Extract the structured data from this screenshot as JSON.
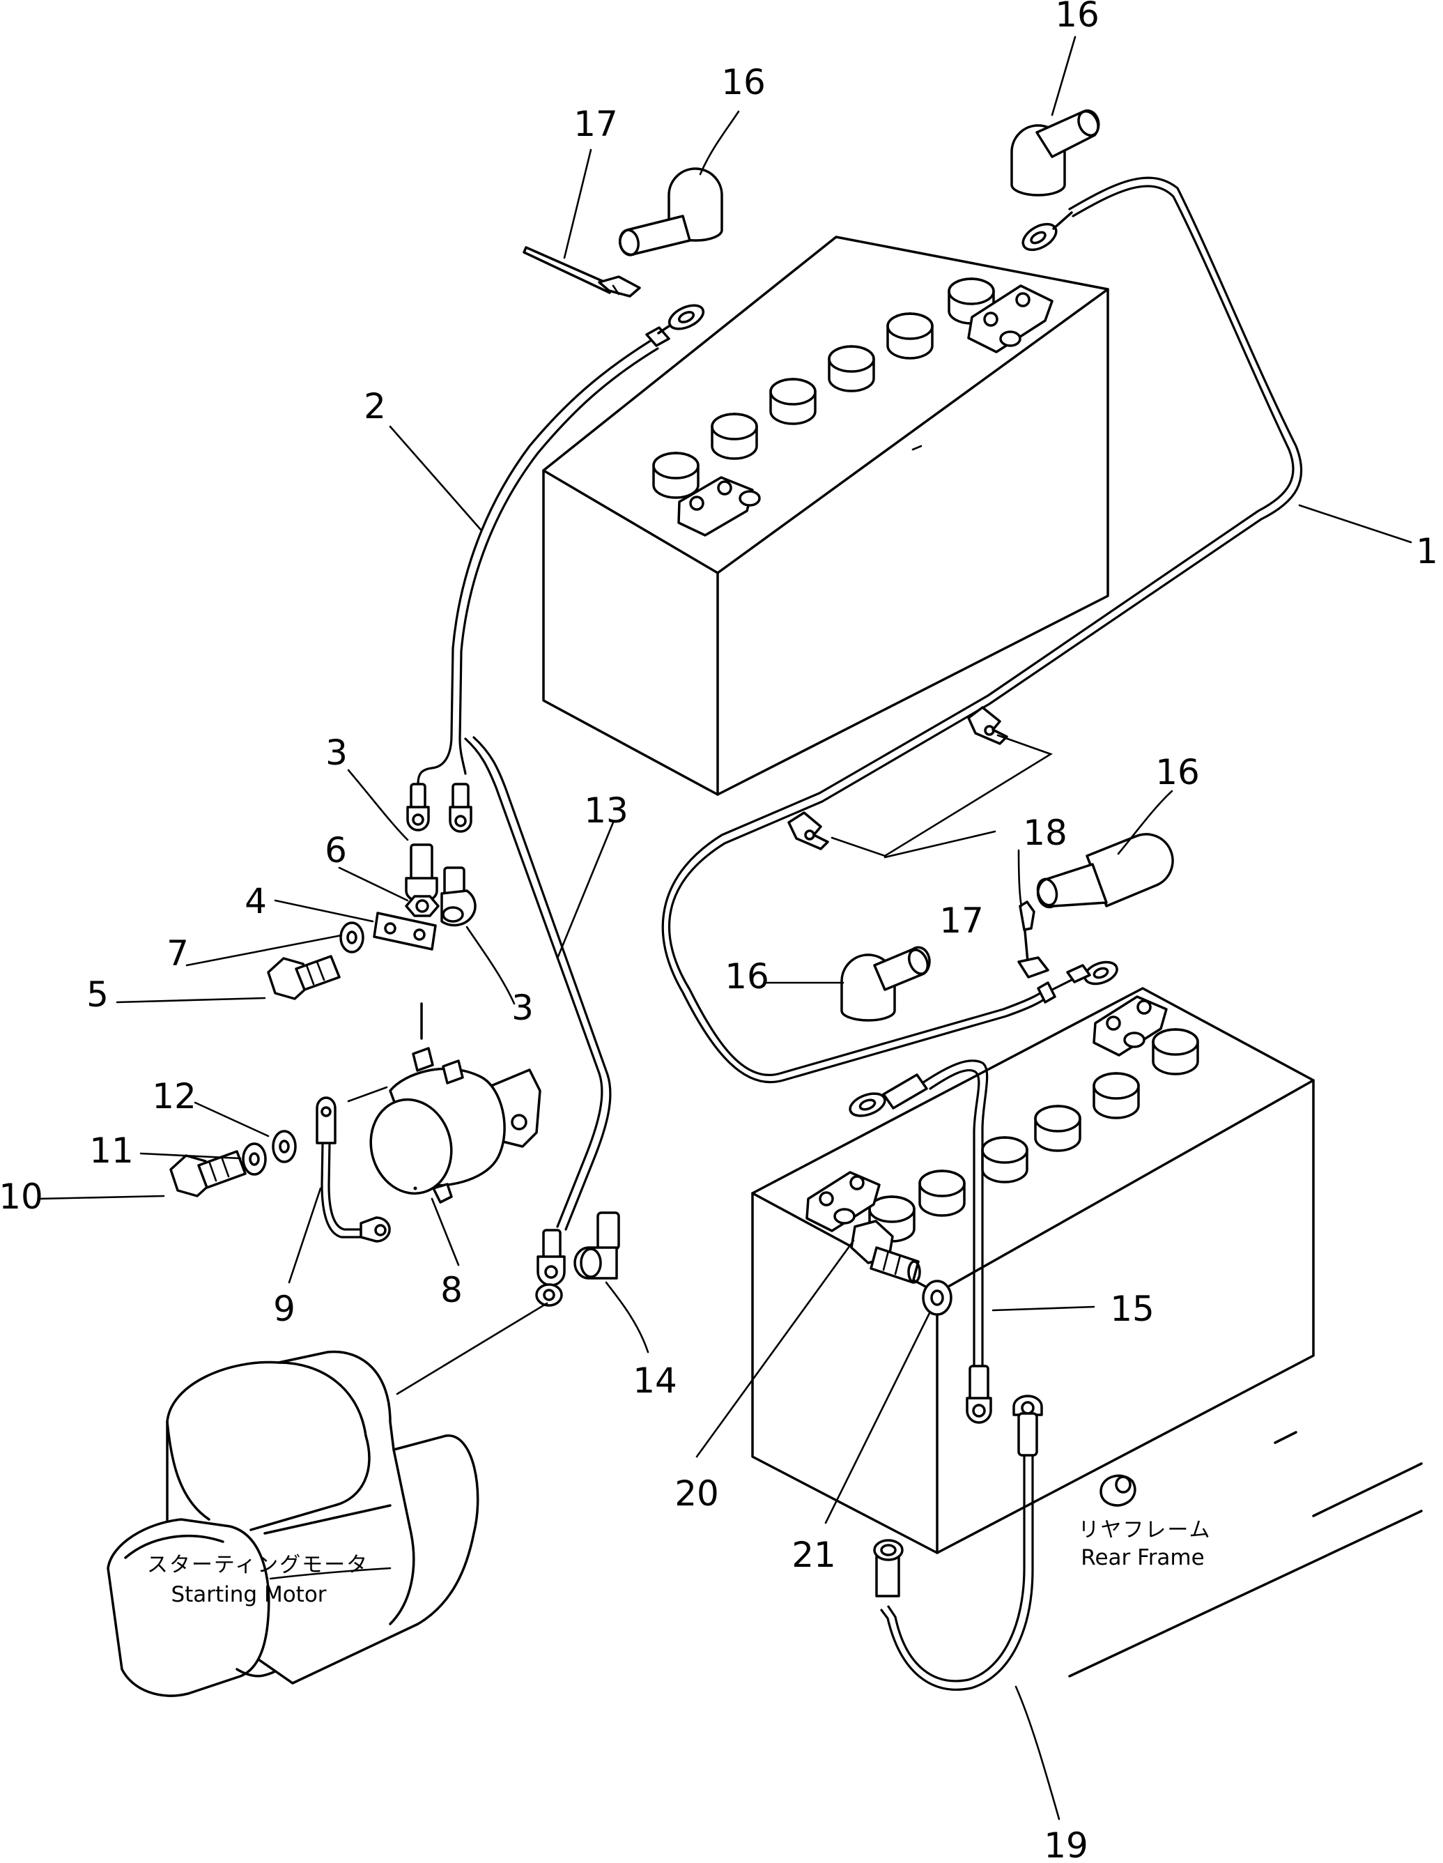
{
  "figure": {
    "parts": [
      {
        "id": "part-1",
        "label": "1"
      },
      {
        "id": "part-2",
        "label": "2"
      },
      {
        "id": "part-3a",
        "label": "3"
      },
      {
        "id": "part-3b",
        "label": "3"
      },
      {
        "id": "part-4",
        "label": "4"
      },
      {
        "id": "part-5",
        "label": "5"
      },
      {
        "id": "part-6",
        "label": "6"
      },
      {
        "id": "part-7",
        "label": "7"
      },
      {
        "id": "part-8",
        "label": "8"
      },
      {
        "id": "part-9",
        "label": "9"
      },
      {
        "id": "part-10",
        "label": "10"
      },
      {
        "id": "part-11",
        "label": "11"
      },
      {
        "id": "part-12",
        "label": "12"
      },
      {
        "id": "part-13",
        "label": "13"
      },
      {
        "id": "part-14",
        "label": "14"
      },
      {
        "id": "part-15",
        "label": "15"
      },
      {
        "id": "part-16a",
        "label": "16"
      },
      {
        "id": "part-16b",
        "label": "16"
      },
      {
        "id": "part-16c",
        "label": "16"
      },
      {
        "id": "part-16d",
        "label": "16"
      },
      {
        "id": "part-17a",
        "label": "17"
      },
      {
        "id": "part-17b",
        "label": "17"
      },
      {
        "id": "part-18",
        "label": "18"
      },
      {
        "id": "part-19",
        "label": "19"
      },
      {
        "id": "part-20",
        "label": "20"
      },
      {
        "id": "part-21",
        "label": "21"
      }
    ],
    "captions": {
      "starting_motor_ja": "スターティングモータ",
      "starting_motor_en": "Starting Motor",
      "rear_frame_ja": "リヤフレーム",
      "rear_frame_en": "Rear Frame"
    }
  }
}
